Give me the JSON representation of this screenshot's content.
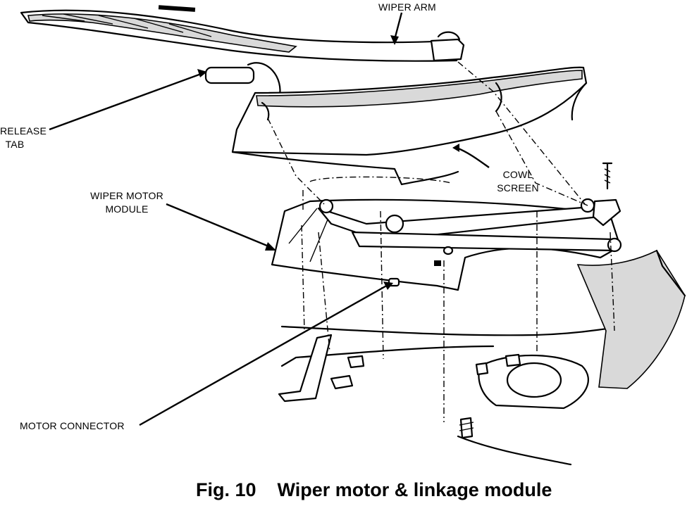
{
  "labels": {
    "wiper_arm": "WIPER ARM",
    "release_tab_line1": "RELEASE",
    "release_tab_line2": "TAB",
    "cowl_screen_line1": "COWL",
    "cowl_screen_line2": "SCREEN",
    "wiper_motor_module_line1": "WIPER MOTOR",
    "wiper_motor_module_line2": "MODULE",
    "motor_connector": "MOTOR CONNECTOR"
  },
  "caption": {
    "figure": "Fig. 10",
    "title": "Wiper motor & linkage module"
  },
  "colors": {
    "line": "#000000",
    "background": "#ffffff",
    "shade": "#d9d9d9"
  }
}
